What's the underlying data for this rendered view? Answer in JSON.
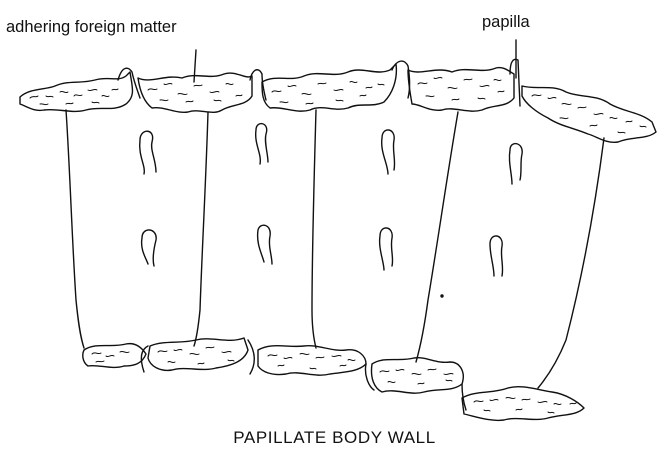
{
  "labels": {
    "adhering_foreign_matter": "adhering foreign matter",
    "papilla": "papilla"
  },
  "caption": "PAPILLATE BODY WALL",
  "colors": {
    "ink": "#111111",
    "background": "#ffffff"
  }
}
